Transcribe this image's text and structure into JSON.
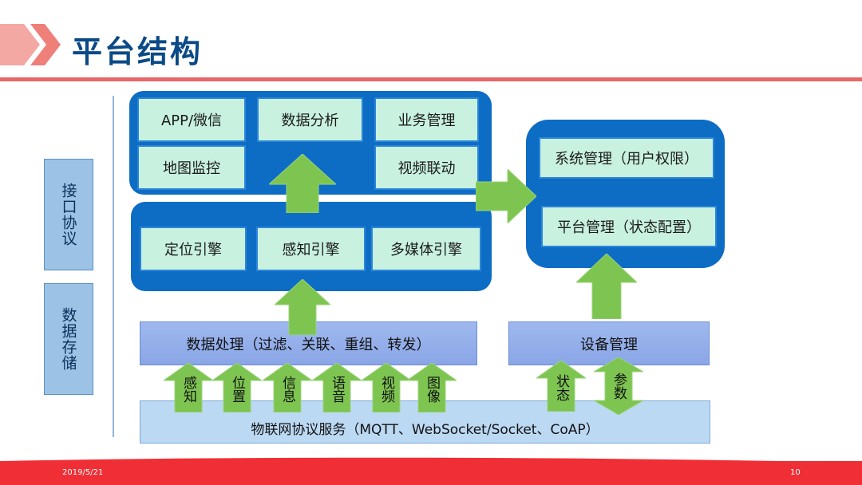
{
  "slide": {
    "title": "平台结构",
    "date": "2019/5/21",
    "page_number": "10"
  },
  "side_labels": [
    "接口协议",
    "数据存储"
  ],
  "top_panel": {
    "cells": [
      "APP/微信",
      "数据分析",
      "业务管理",
      "地图监控",
      "视频联动"
    ]
  },
  "engine_panel": {
    "cells": [
      "定位引擎",
      "感知引擎",
      "多媒体引擎"
    ]
  },
  "right_panel": {
    "cells": [
      "系统管理（用户权限）",
      "平台管理（状态配置）"
    ]
  },
  "data_processing": "数据处理（过滤、关联、重组、转发）",
  "device_management": "设备管理",
  "protocol_service": "物联网协议服务（MQTT、WebSocket/Socket、CoAP）",
  "input_arrows": [
    "感知",
    "位置",
    "信息",
    "语音",
    "视频",
    "图像"
  ],
  "device_arrows": [
    "状态",
    "参数"
  ],
  "colors": {
    "title": "#0b4a86",
    "accent_red": "#ef2f35",
    "panel_blue": "#0d6cc4",
    "cell_green": "#c8f1df",
    "arrow_green": "#7dc451"
  }
}
